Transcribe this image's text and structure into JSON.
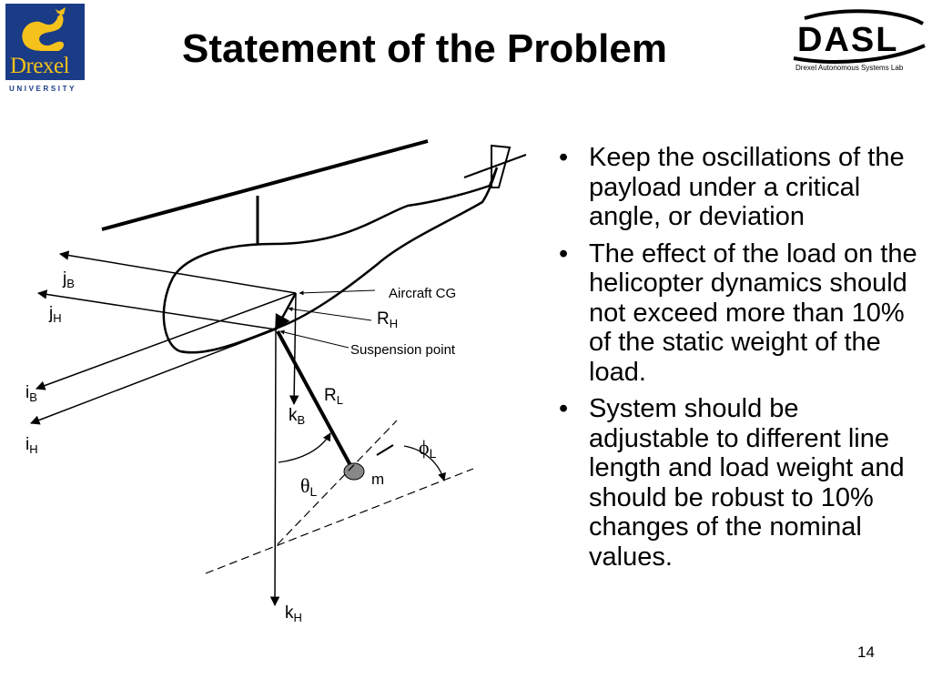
{
  "header": {
    "title": "Statement of the Problem",
    "left_logo": {
      "word": "Drexel",
      "sub": "UNIVERSITY"
    },
    "right_logo": {
      "word": "DASL",
      "sub": "Drexel Autonomous Systems Lab"
    }
  },
  "diagram": {
    "labels": {
      "aircraft_cg": "Aircraft CG",
      "suspension_point": "Suspension point",
      "jB": {
        "main": "j",
        "sub": "B"
      },
      "jH": {
        "main": "j",
        "sub": "H"
      },
      "iB": {
        "main": "i",
        "sub": "B"
      },
      "iH": {
        "main": "i",
        "sub": "H"
      },
      "kB": {
        "main": "k",
        "sub": "B"
      },
      "kH": {
        "main": "k",
        "sub": "H"
      },
      "RH": {
        "main": "R",
        "sub": "H"
      },
      "RL": {
        "main": "R",
        "sub": "L"
      },
      "thetaL": {
        "main": "θ",
        "sub": "L"
      },
      "phiL": {
        "main": "ϕ",
        "sub": "L"
      },
      "mass": "m"
    }
  },
  "bullets": [
    {
      "symbol": "•",
      "text": "Keep the oscillations of the payload under a critical angle, or deviation"
    },
    {
      "symbol": "•",
      "text": "The effect of the load on the helicopter dynamics should not exceed more than 10% of the static weight of the load."
    },
    {
      "symbol": "•",
      "text": "System should be adjustable to different line length and load weight and should be robust to 10% changes of the nominal values."
    }
  ],
  "footer": {
    "page_number": "14"
  },
  "colors": {
    "drexel_blue": "#1a3b86",
    "drexel_gold": "#f4c21a",
    "ink": "#000000"
  }
}
